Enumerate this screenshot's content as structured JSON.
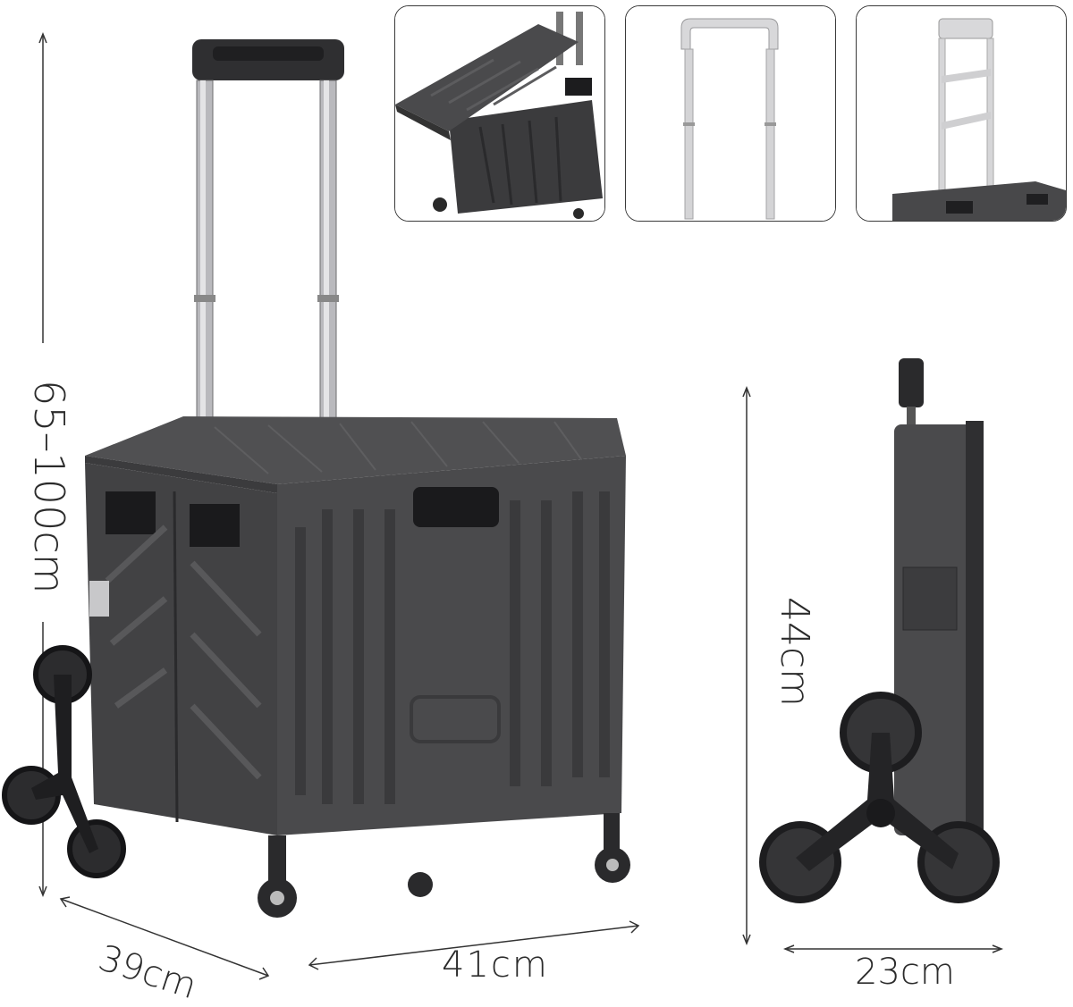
{
  "dimensions": {
    "height": "65–100cm",
    "depth": "39cm",
    "width": "41cm",
    "side_height": "44cm",
    "side_width": "23cm"
  },
  "colors": {
    "cart_body": "#4a4a4c",
    "cart_dark": "#2f2f31",
    "handle_metal": "#c9c9cc",
    "line": "#333333",
    "thumb_border": "#3a3a3a"
  },
  "icons": {
    "thumb1": "folded-lid-open-cart",
    "thumb2": "telescopic-handle",
    "thumb3": "handle-extended-on-lid",
    "main": "folding-stair-climbing-cart",
    "side": "cart-side-view-tri-wheel"
  }
}
